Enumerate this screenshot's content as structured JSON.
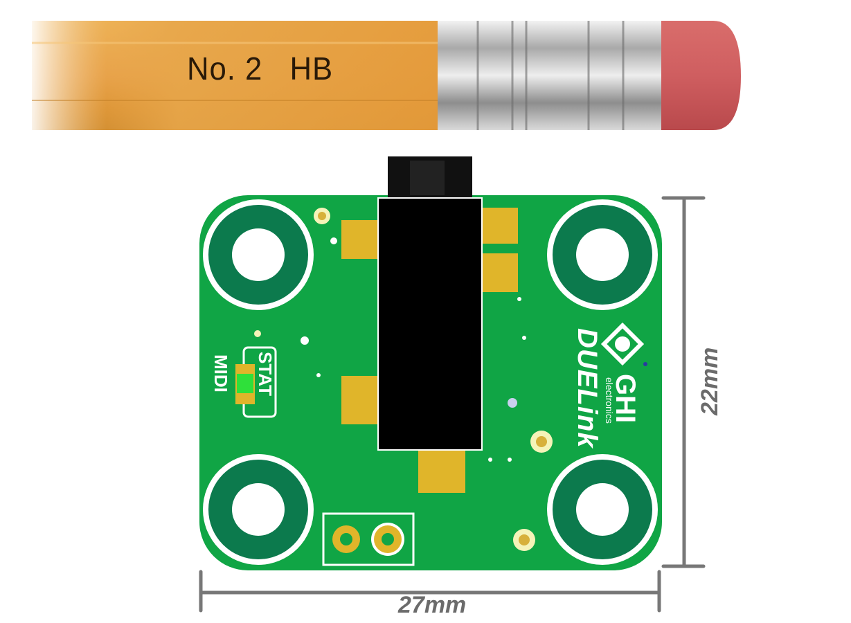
{
  "pencil": {
    "marking": "No. 2   HB"
  },
  "board": {
    "silkscreen": {
      "led_label_stat": "STAT",
      "led_label_midi": "MIDI",
      "brand_name": "DUELink",
      "maker_logo": "GHI",
      "maker_sub": "electronics"
    }
  },
  "dimensions": {
    "width_label": "27mm",
    "height_label": "22mm"
  },
  "colors": {
    "pcb_green": "#10a545",
    "pad_gold": "#e0b52a",
    "pencil_body": "#e7a64a",
    "eraser": "#d06061",
    "led_green": "#2fe03a",
    "dimension_gray": "#777777"
  }
}
